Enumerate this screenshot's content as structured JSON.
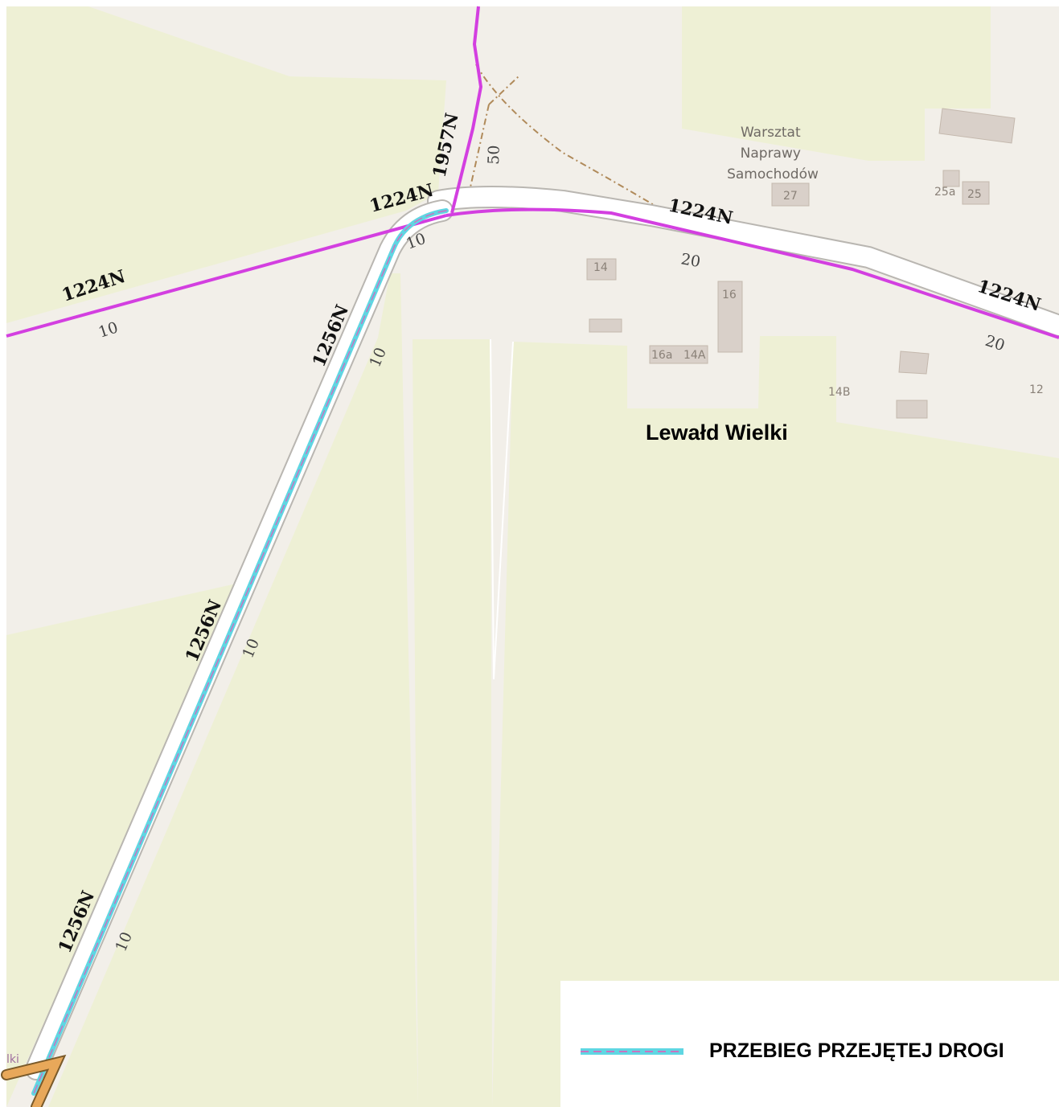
{
  "map": {
    "colors": {
      "background": "#f2efe9",
      "farmland": "#eef0d5",
      "road_fill": "#ffffff",
      "road_casing": "#b9b6b1",
      "admin_boundary": "#d33fe0",
      "route_highlight": "#5fd6e2",
      "route_dash": "#c873c0",
      "track": "#b08a5a",
      "building": "#d9d0c9",
      "building_stroke": "#c4b8ad",
      "other_road": "#e8a85a"
    },
    "place_label": "Lewałd Wielki",
    "poi_label_lines": [
      "Warsztat",
      "Naprawy",
      "Samochodów"
    ],
    "road_labels": {
      "r1224_west": "1224N",
      "r1224_north_junction": "1224N",
      "r1224_east": "1224N",
      "r1224_far_east": "1224N",
      "r1957": "1957N",
      "r1256_upper": "1256N",
      "r1256_middle": "1256N",
      "r1256_lower": "1256N"
    },
    "speed_labels": {
      "west": "10",
      "junction": "10",
      "north": "50",
      "east_near": "20",
      "east_far": "20",
      "upper_1256": "10",
      "middle_1256": "10",
      "lower_1256": "10"
    },
    "house_numbers": {
      "h27": "27",
      "h25a": "25a",
      "h25": "25",
      "h14": "14",
      "h16": "16",
      "h16a": "16a",
      "h14A": "14A",
      "h14B": "14B",
      "h12": "12"
    },
    "edge_fragment": "lki"
  },
  "legend": {
    "label": "PRZEBIEG PRZEJĘTEJ DROGI"
  }
}
